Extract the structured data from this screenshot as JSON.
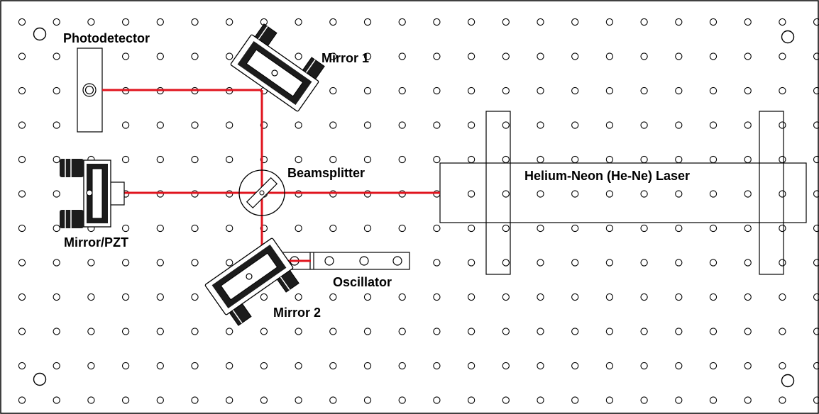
{
  "labels": {
    "photodetector": "Photodetector",
    "mirror1": "Mirror 1",
    "beamsplitter": "Beamsplitter",
    "laser": "Helium-Neon (He-Ne) Laser",
    "mirror_pzt": "Mirror/PZT",
    "oscillator": "Oscillator",
    "mirror2": "Mirror 2"
  },
  "colors": {
    "beam": "#e0141e",
    "outline": "#000000",
    "board": "#ffffff"
  },
  "breadboard": {
    "columns": 24,
    "rows": 12,
    "mounting_holes": 4
  }
}
